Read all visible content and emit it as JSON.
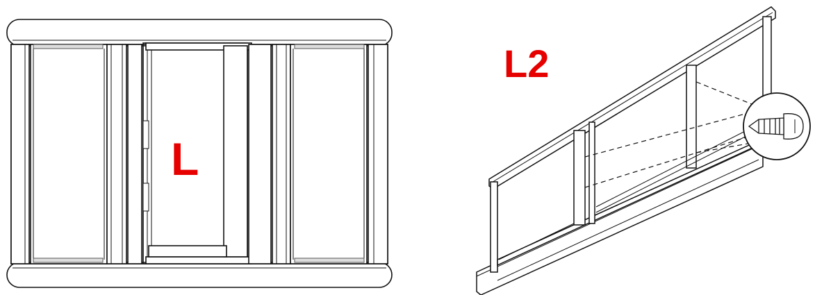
{
  "front_view": {
    "label": "L"
  },
  "iso_view": {
    "label": "L2",
    "detail": "screw-detail"
  },
  "colors": {
    "label": "#e60000",
    "line": "#111111",
    "fill": "#ffffff",
    "hatch": "#555555"
  }
}
